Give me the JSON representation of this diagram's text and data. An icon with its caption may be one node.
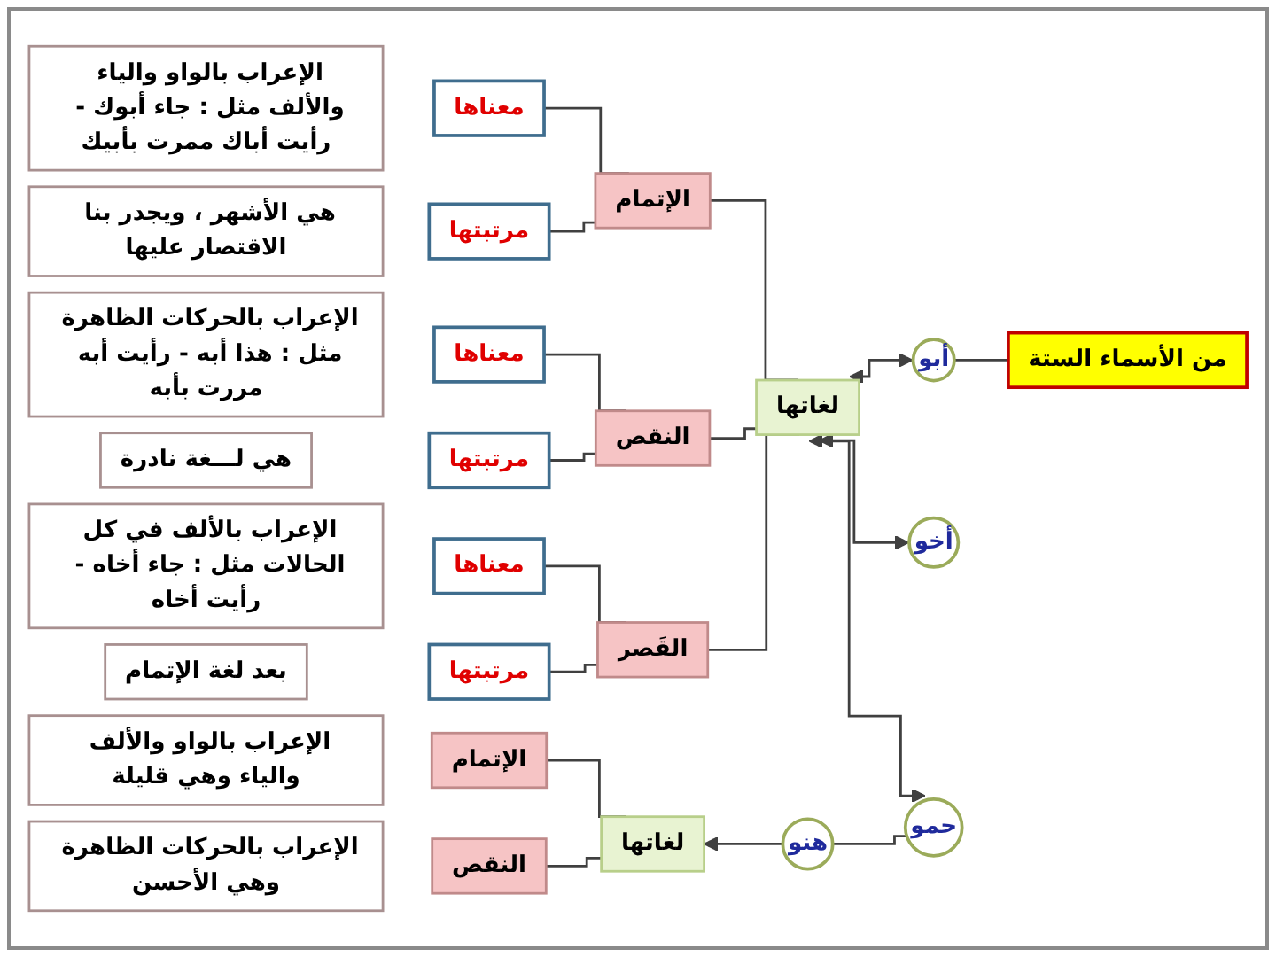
{
  "diagram": {
    "nodes": [
      {
        "text": [
          "من الأسماء الستة"
        ]
      },
      {
        "text": [
          "أبو"
        ]
      },
      {
        "text": [
          "أخو"
        ]
      },
      {
        "text": [
          "حمو"
        ]
      },
      {
        "text": [
          "هنو"
        ]
      },
      {
        "text": [
          "لغاتها"
        ]
      },
      {
        "text": [
          "لغاتها"
        ]
      },
      {
        "text": [
          "الإتمام"
        ]
      },
      {
        "text": [
          "معناها"
        ]
      },
      {
        "text": [
          "الإعراب بالواو والياء والألف مثل : جاء أبوك - رأيت أباك ممرت بأبيك"
        ]
      },
      {
        "text": [
          "مرتبتها"
        ]
      },
      {
        "text": [
          "هي الأشهر ، ويجدر بنا الاقتصار عليها"
        ]
      },
      {
        "text": [
          "الإتمام"
        ]
      },
      {
        "text": [
          "الإعراب بالواو والألف والياء وهي قليلة"
        ]
      },
      {
        "text": [
          "النقص"
        ]
      },
      {
        "text": [
          "الإعراب بالحركات الظاهرة وهي الأحسن"
        ]
      },
      {
        "text": [
          "النقص"
        ]
      },
      {
        "text": [
          "القَصر"
        ]
      },
      {
        "text": [
          "معناها"
        ]
      },
      {
        "text": [
          "الإعراب بالحركات الظاهرة مثل : هذا أبه - رأيت أبه مررت بأبه"
        ]
      },
      {
        "text": [
          "مرتبتها"
        ]
      },
      {
        "text": [
          "هي لـــغة نادرة"
        ]
      },
      {
        "text": [
          "معناها"
        ]
      },
      {
        "text": [
          "الإعراب بالألف في كل الحالات مثل : جاء أخاه - رأيت أخاه"
        ]
      },
      {
        "text": [
          "مرتبتها"
        ]
      },
      {
        "text": [
          "بعد لغة الإتمام"
        ]
      }
    ],
    "edges": [
      {
        "from": 0,
        "to": 1,
        "arrow": "none"
      },
      {
        "from": 3,
        "to": 4,
        "arrow": "none"
      },
      {
        "from": 1,
        "to": 5,
        "arrow": "both"
      },
      {
        "from": 2,
        "to": 5,
        "arrow": "both"
      },
      {
        "from": 3,
        "to": 5,
        "arrow": "both"
      },
      {
        "from": 4,
        "to": 6,
        "arrow": "to"
      },
      {
        "from": 5,
        "to": 7,
        "arrow": "none"
      },
      {
        "from": 7,
        "to": 8,
        "arrow": "none"
      },
      {
        "from": 7,
        "to": 10,
        "arrow": "none"
      },
      {
        "from": 6,
        "to": 12,
        "arrow": "none"
      },
      {
        "from": 6,
        "to": 14,
        "arrow": "none"
      },
      {
        "from": 5,
        "to": 16,
        "arrow": "none"
      },
      {
        "from": 5,
        "to": 17,
        "arrow": "none"
      },
      {
        "from": 16,
        "to": 18,
        "arrow": "none"
      },
      {
        "from": 16,
        "to": 20,
        "arrow": "none"
      },
      {
        "from": 17,
        "to": 22,
        "arrow": "none"
      },
      {
        "from": 17,
        "to": 24,
        "arrow": "none"
      }
    ]
  }
}
